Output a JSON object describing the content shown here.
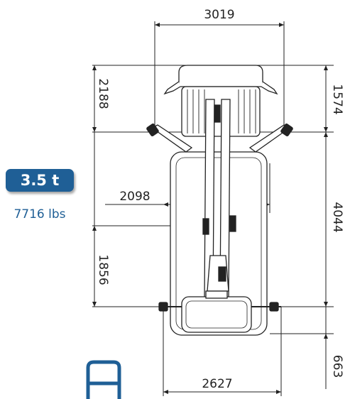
{
  "badge": {
    "weight": "3.5 t",
    "weight_lbs": "7716 lbs"
  },
  "dimensions": {
    "top_width": "3019",
    "left_upper": "2188",
    "right_upper": "1574",
    "mid_width": "2098",
    "right_middle": "4044",
    "left_lower": "1856",
    "right_lower": "663",
    "bottom_width": "2627"
  },
  "colors": {
    "accent": "#1f5f96",
    "line": "#222222"
  },
  "icons": {
    "corner_logo": "bracket-logo-icon"
  }
}
